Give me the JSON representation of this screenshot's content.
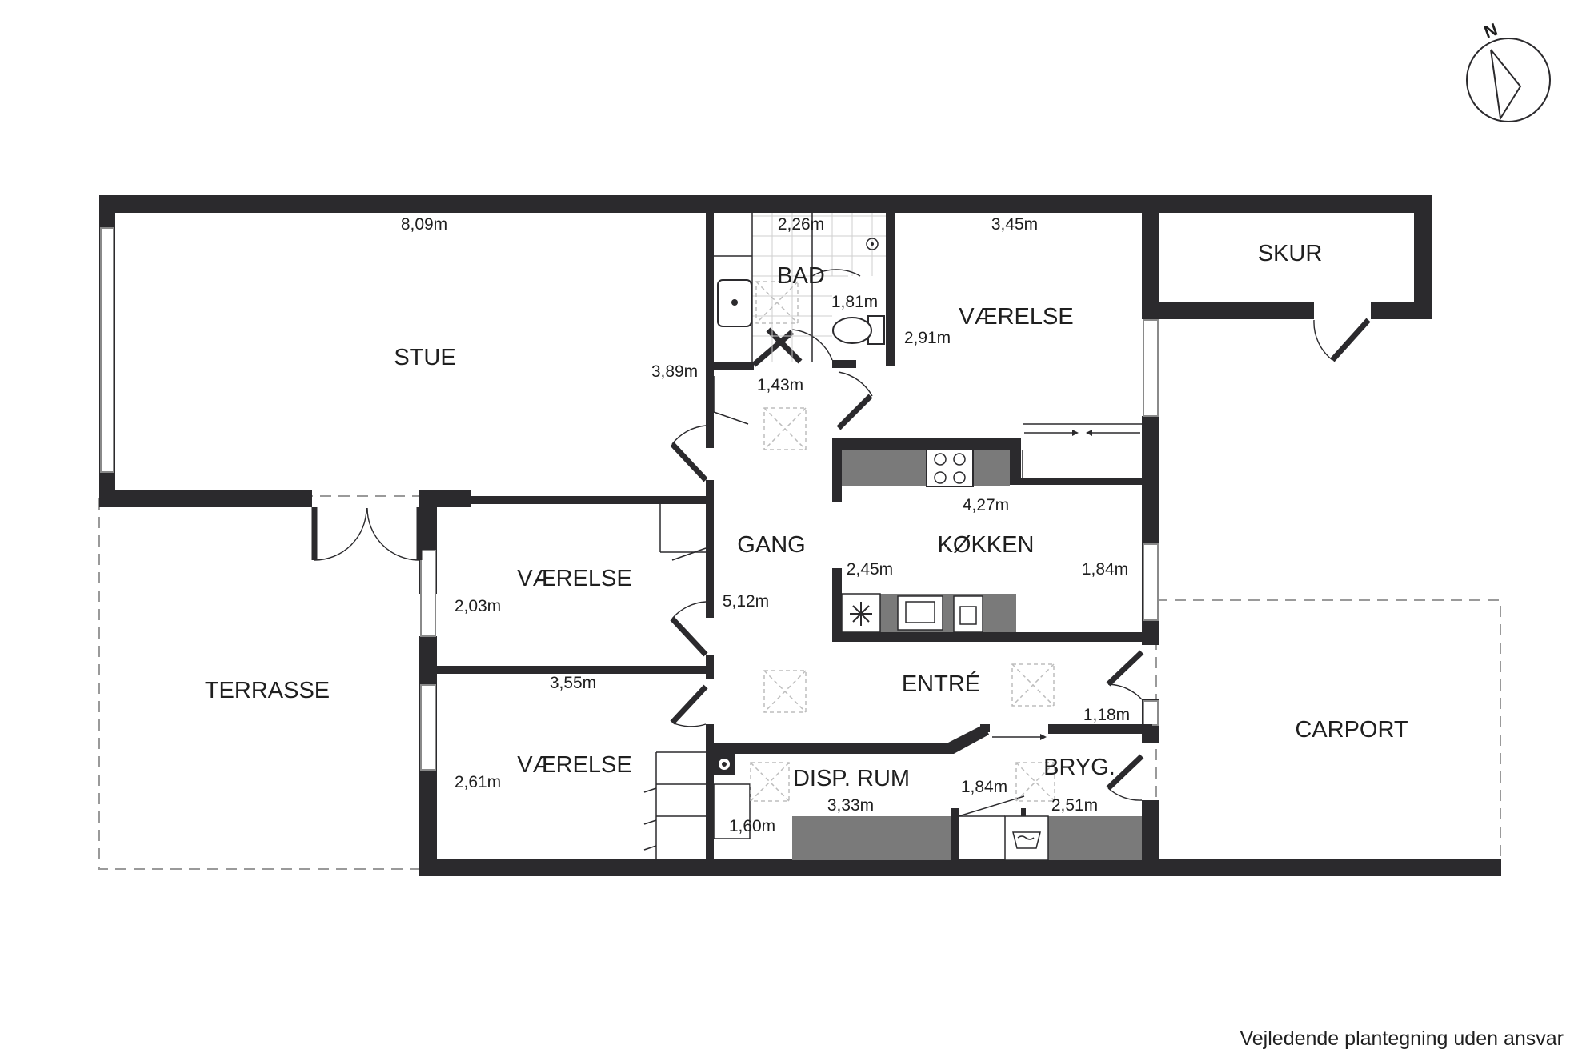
{
  "compass": {
    "letter": "N"
  },
  "rooms": {
    "stue": "STUE",
    "bad": "BAD",
    "vaerelse_ne": "VÆRELSE",
    "skur": "SKUR",
    "gang": "GANG",
    "koekken": "KØKKEN",
    "vaerelse_w1": "VÆRELSE",
    "vaerelse_w2": "VÆRELSE",
    "entre": "ENTRÉ",
    "terrasse": "TERRASSE",
    "carport": "CARPORT",
    "disp_rum": "DISP. RUM",
    "bryg": "BRYG."
  },
  "dimensions": {
    "stue_width": "8,09m",
    "stue_depth": "3,89m",
    "bad_width": "2,26m",
    "bad_depth": "1,81m",
    "vaerelse_ne_width": "3,45m",
    "vaerelse_ne_depth": "2,91m",
    "hall_upper": "1,43m",
    "koekken_width": "4,27m",
    "koekken_depth": "2,45m",
    "koekken_side": "1,84m",
    "gang_length": "5,12m",
    "vaerelse_w1_depth": "2,03m",
    "vaerelse_w2_width": "3,55m",
    "vaerelse_w2_depth": "2,61m",
    "entre_width": "1,18m",
    "disp_width": "3,33m",
    "disp_depth": "1,60m",
    "bryg_depth": "1,84m",
    "bryg_width": "2,51m"
  },
  "disclaimer": "Vejledende plantegning uden ansvar"
}
